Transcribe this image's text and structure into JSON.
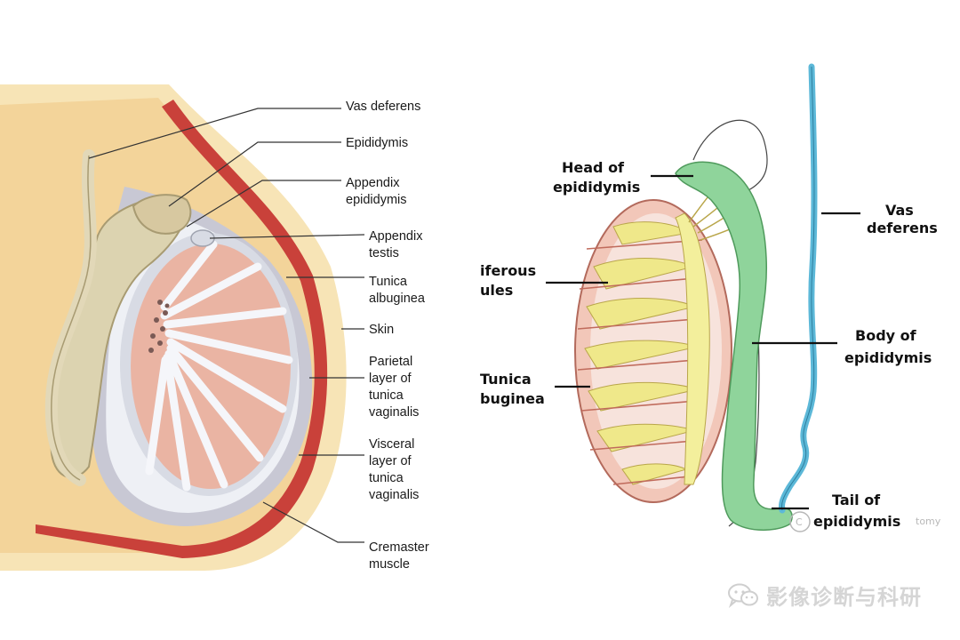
{
  "left_panel": {
    "labels": [
      [
        "Vas deferens"
      ],
      [
        "Epididymis"
      ],
      [
        "Appendix",
        "epididymis"
      ],
      [
        "Appendix",
        "testis"
      ],
      [
        "Tunica",
        "albuginea"
      ],
      [
        "Skin"
      ],
      [
        "Parietal",
        "layer of",
        "tunica",
        "vaginalis"
      ],
      [
        "Visceral",
        "layer of",
        "tunica",
        "vaginalis"
      ],
      [
        "Cremaster",
        "muscle"
      ]
    ]
  },
  "right_panel": {
    "labels": [
      [
        "Head of",
        "epididymis"
      ],
      [
        "Vas",
        "deferens"
      ],
      [
        "iferous",
        "ules"
      ],
      [
        "Body of",
        "epididymis"
      ],
      [
        "Tunica",
        "buginea"
      ],
      [
        "Tail of",
        "epididymis"
      ]
    ],
    "copyright_mark": "C",
    "copyright_text": "tomy"
  },
  "watermark": {
    "label": "影像诊断与科研",
    "icon": "wechat-icon"
  },
  "colors": {
    "skin": "#f6dfaa",
    "dartos": "#c9413a",
    "gray_layer": "#c8c8d4",
    "testis_pink": "#eab4a3",
    "epididymis_tan": "#dcd3b0",
    "green_epididymis": "#8fd49b",
    "vas_blue": "#5cb8d8",
    "tubule_yellow": "#f0ec9a"
  }
}
